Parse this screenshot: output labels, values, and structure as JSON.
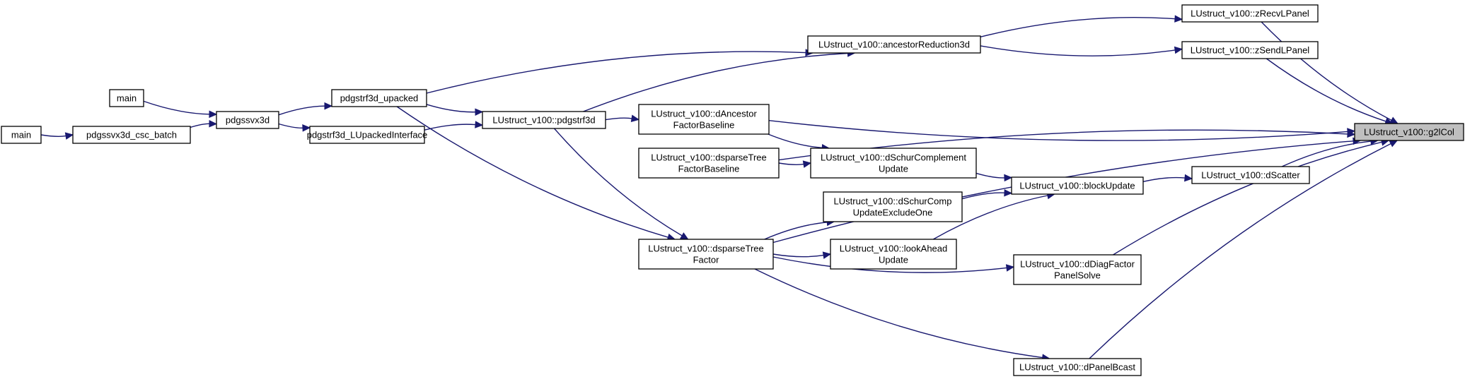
{
  "graph": {
    "nodes": {
      "main_a": [
        "main"
      ],
      "main_b": [
        "main"
      ],
      "pdgssvx3d_csc_batch": [
        "pdgssvx3d_csc_batch"
      ],
      "pdgssvx3d": [
        "pdgssvx3d"
      ],
      "pdgstrf3d_upacked": [
        "pdgstrf3d_upacked"
      ],
      "pdgstrf3d_LUpackedInterface": [
        "pdgstrf3d_LUpackedInterface"
      ],
      "pdgstrf3d": [
        "LUstruct_v100::pdgstrf3d"
      ],
      "ancestorReduction3d": [
        "LUstruct_v100::ancestorReduction3d"
      ],
      "zRecvLPanel": [
        "LUstruct_v100::zRecvLPanel"
      ],
      "zSendLPanel": [
        "LUstruct_v100::zSendLPanel"
      ],
      "dAncestorFactorBaseline": [
        "LUstruct_v100::dAncestor",
        "FactorBaseline"
      ],
      "dsparseTreeFactorBaseline": [
        "LUstruct_v100::dsparseTree",
        "FactorBaseline"
      ],
      "dsparseTreeFactor": [
        "LUstruct_v100::dsparseTree",
        "Factor"
      ],
      "dSchurComplementUpdate": [
        "LUstruct_v100::dSchurComplement",
        "Update"
      ],
      "dSchurCompUpdateExcludeOne": [
        "LUstruct_v100::dSchurComp",
        "UpdateExcludeOne"
      ],
      "lookAheadUpdate": [
        "LUstruct_v100::lookAhead",
        "Update"
      ],
      "blockUpdate": [
        "LUstruct_v100::blockUpdate"
      ],
      "dScatter": [
        "LUstruct_v100::dScatter"
      ],
      "dDiagFactorPanelSolve": [
        "LUstruct_v100::dDiagFactor",
        "PanelSolve"
      ],
      "dPanelBcast": [
        "LUstruct_v100::dPanelBcast"
      ],
      "g2lCol": [
        "LUstruct_v100::g2lCol"
      ]
    },
    "edges": [
      [
        "main_a",
        "pdgssvx3d"
      ],
      [
        "main_b",
        "pdgssvx3d_csc_batch"
      ],
      [
        "pdgssvx3d_csc_batch",
        "pdgssvx3d"
      ],
      [
        "pdgssvx3d",
        "pdgstrf3d_upacked"
      ],
      [
        "pdgssvx3d",
        "pdgstrf3d_LUpackedInterface"
      ],
      [
        "pdgstrf3d_upacked",
        "pdgstrf3d"
      ],
      [
        "pdgstrf3d_upacked",
        "ancestorReduction3d"
      ],
      [
        "pdgstrf3d_upacked",
        "dsparseTreeFactor"
      ],
      [
        "pdgstrf3d_LUpackedInterface",
        "pdgstrf3d"
      ],
      [
        "pdgstrf3d",
        "ancestorReduction3d"
      ],
      [
        "pdgstrf3d",
        "dAncestorFactorBaseline"
      ],
      [
        "pdgstrf3d",
        "dsparseTreeFactor"
      ],
      [
        "ancestorReduction3d",
        "zRecvLPanel"
      ],
      [
        "ancestorReduction3d",
        "zSendLPanel"
      ],
      [
        "zRecvLPanel",
        "g2lCol"
      ],
      [
        "zSendLPanel",
        "g2lCol"
      ],
      [
        "dAncestorFactorBaseline",
        "g2lCol"
      ],
      [
        "dAncestorFactorBaseline",
        "dSchurComplementUpdate"
      ],
      [
        "dsparseTreeFactorBaseline",
        "g2lCol"
      ],
      [
        "dsparseTreeFactorBaseline",
        "dSchurComplementUpdate"
      ],
      [
        "dSchurComplementUpdate",
        "blockUpdate"
      ],
      [
        "dSchurCompUpdateExcludeOne",
        "blockUpdate"
      ],
      [
        "lookAheadUpdate",
        "blockUpdate"
      ],
      [
        "blockUpdate",
        "dScatter"
      ],
      [
        "dScatter",
        "g2lCol"
      ],
      [
        "dsparseTreeFactor",
        "dSchurCompUpdateExcludeOne"
      ],
      [
        "dsparseTreeFactor",
        "lookAheadUpdate"
      ],
      [
        "dsparseTreeFactor",
        "dDiagFactorPanelSolve"
      ],
      [
        "dsparseTreeFactor",
        "g2lCol"
      ],
      [
        "dsparseTreeFactor",
        "dPanelBcast"
      ],
      [
        "dDiagFactorPanelSolve",
        "g2lCol"
      ],
      [
        "dPanelBcast",
        "g2lCol"
      ]
    ]
  },
  "colors": {
    "edge": "#191970",
    "focus_fill": "#bfbfbf"
  }
}
